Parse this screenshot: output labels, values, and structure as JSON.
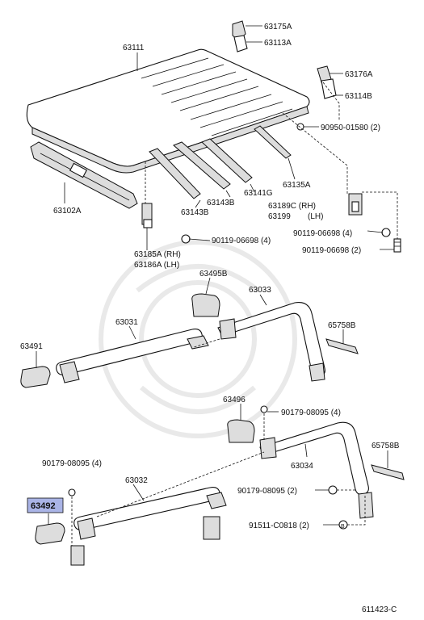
{
  "labels": {
    "p63175A": "63175A",
    "p63113A": "63113A",
    "p63111": "63111",
    "p63176A": "63176A",
    "p63114B": "63114B",
    "p90950": "90950-01580 (2)",
    "p63102A": "63102A",
    "p63141G": "63141G",
    "p63143B_a": "63143B",
    "p63143B_b": "63143B",
    "p63135A": "63135A",
    "p63189C": "63189C (RH)",
    "p63199": "63199",
    "p63199_lh": "(LH)",
    "p90119_a": "90119-06698 (4)",
    "p90119_b": "90119-06698 (4)",
    "p90119_c": "90119-06698 (2)",
    "p63185A": "63185A (RH)",
    "p63186A": "63186A (LH)",
    "p63495B": "63495B",
    "p63033": "63033",
    "p63031": "63031",
    "p63491": "63491",
    "p65758B_a": "65758B",
    "p63496": "63496",
    "p90179_a": "90179-08095 (4)",
    "p90179_b": "90179-08095 (4)",
    "p65758B_b": "65758B",
    "p63034": "63034",
    "p63032": "63032",
    "p63492": "63492",
    "p90179_c": "90179-08095 (2)",
    "p91511": "91511-C0818 (2)",
    "circleB": "B",
    "code": "611423-C"
  },
  "colors": {
    "highlight": "#aab4e6",
    "ink": "#111111",
    "watermark": "#e9e9e9"
  }
}
